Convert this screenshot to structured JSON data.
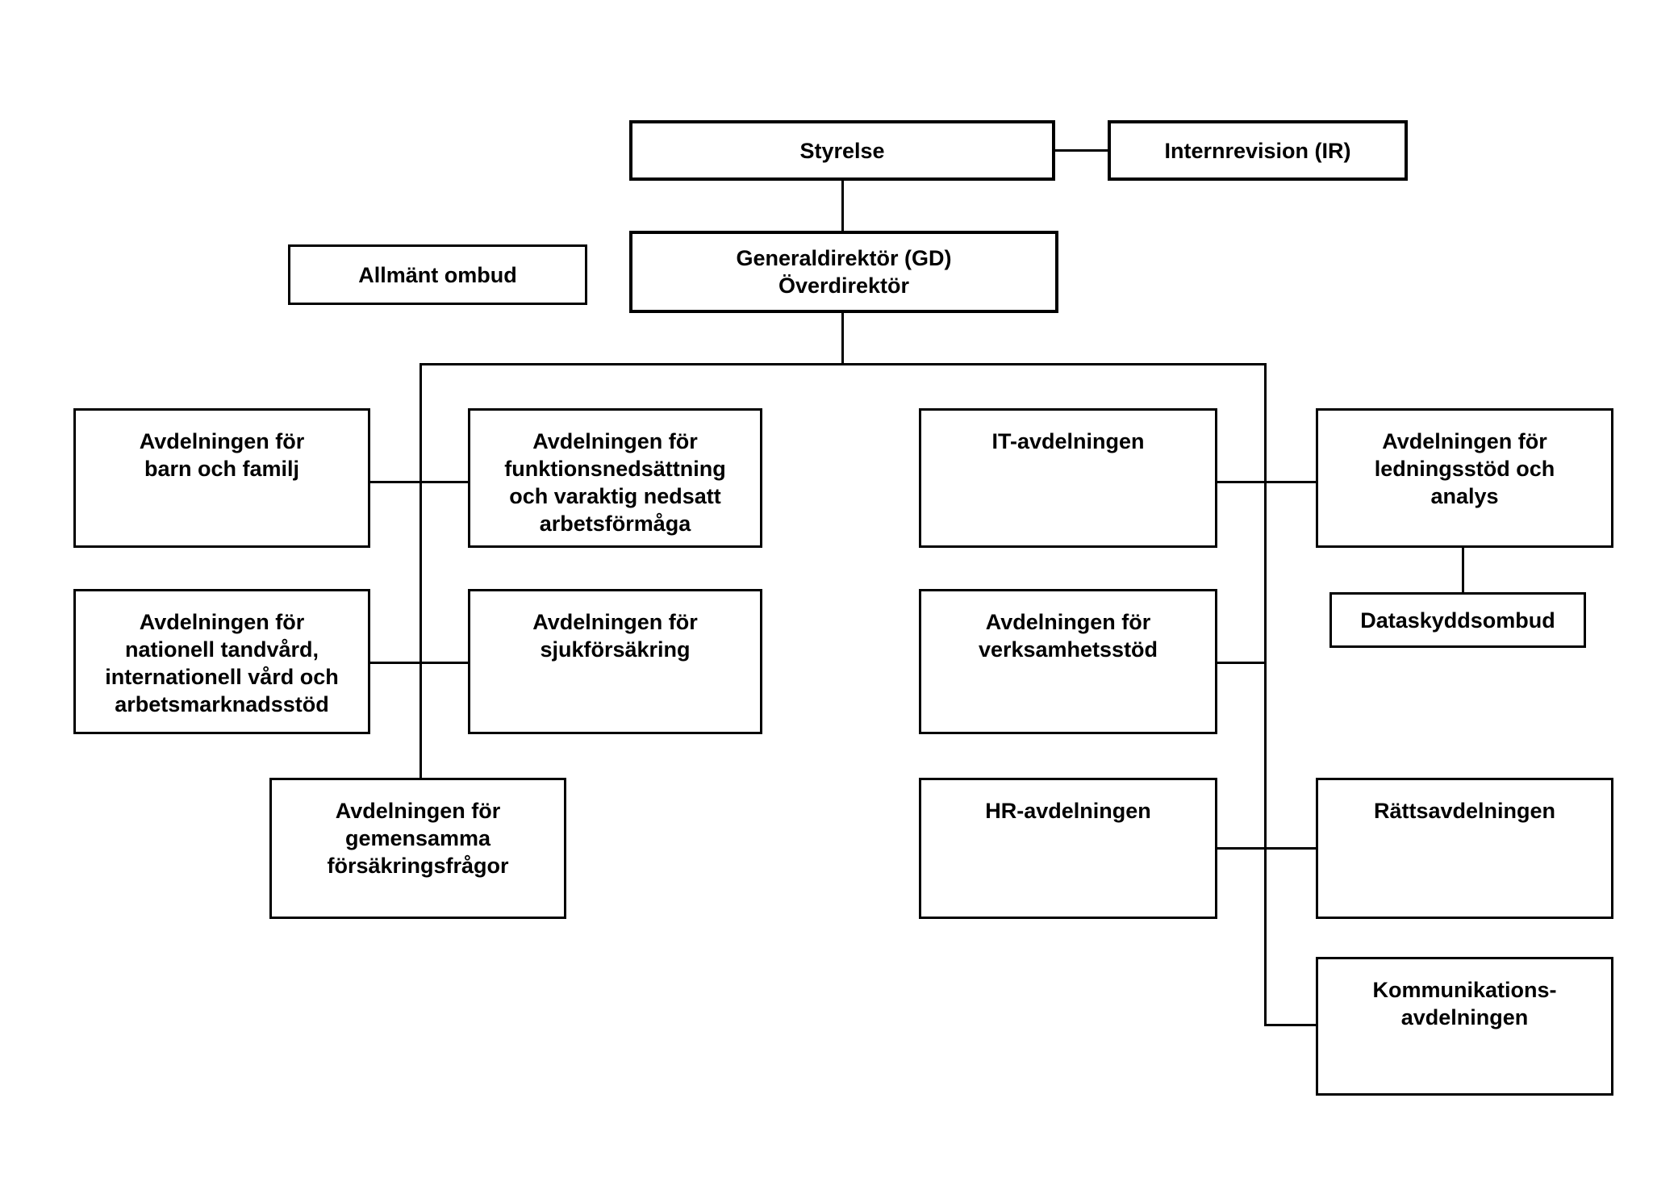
{
  "colors": {
    "background": "#ffffff",
    "box_border": "#000000",
    "connector": "#000000",
    "text": "#000000"
  },
  "org_chart": {
    "governance": {
      "styrelse": {
        "label": "Styrelse"
      },
      "internrevision": {
        "label": "Internrevision (IR)"
      },
      "generaldirektor": {
        "label": "Generaldirektör (GD)\nÖverdirektör"
      },
      "allmant_ombud": {
        "label": "Allmänt ombud"
      }
    },
    "left_branch": {
      "barn_och_familj": {
        "label": "Avdelningen för\nbarn och familj"
      },
      "funktionsnedsattning": {
        "label": "Avdelningen för\nfunktionsnedsättning\noch varaktig nedsatt\narbetsförmåga"
      },
      "nationell_tandvard": {
        "label": "Avdelningen för\nnationell tandvård,\ninternationell vård och\narbetsmarknadsstöd"
      },
      "sjukforsakring": {
        "label": "Avdelningen för\nsjukförsäkring"
      },
      "gemensamma_forsakringsfragor": {
        "label": "Avdelningen för\ngemensamma\nförsäkringsfrågor"
      }
    },
    "right_branch": {
      "it_avdelningen": {
        "label": "IT-avdelningen"
      },
      "ledningsstod_och_analys": {
        "label": "Avdelningen för\nledningsstöd och\nanalys"
      },
      "dataskyddsombud": {
        "label": "Dataskyddsombud"
      },
      "verksamhetsstod": {
        "label": "Avdelningen för\nverksamhetsstöd"
      },
      "hr_avdelningen": {
        "label": "HR-avdelningen"
      },
      "rattsavdelningen": {
        "label": "Rättsavdelningen"
      },
      "kommunikationsavdelningen": {
        "label": "Kommunikations-\navdelningen"
      }
    },
    "edges": [
      {
        "from": "styrelse",
        "to": "internrevision"
      },
      {
        "from": "styrelse",
        "to": "generaldirektor"
      },
      {
        "from": "generaldirektor",
        "to": "barn_och_familj"
      },
      {
        "from": "generaldirektor",
        "to": "funktionsnedsattning"
      },
      {
        "from": "generaldirektor",
        "to": "nationell_tandvard"
      },
      {
        "from": "generaldirektor",
        "to": "sjukforsakring"
      },
      {
        "from": "generaldirektor",
        "to": "gemensamma_forsakringsfragor"
      },
      {
        "from": "generaldirektor",
        "to": "it_avdelningen"
      },
      {
        "from": "generaldirektor",
        "to": "ledningsstod_och_analys"
      },
      {
        "from": "generaldirektor",
        "to": "verksamhetsstod"
      },
      {
        "from": "generaldirektor",
        "to": "hr_avdelningen"
      },
      {
        "from": "generaldirektor",
        "to": "rattsavdelningen"
      },
      {
        "from": "generaldirektor",
        "to": "kommunikationsavdelningen"
      },
      {
        "from": "ledningsstod_och_analys",
        "to": "dataskyddsombud"
      }
    ]
  }
}
